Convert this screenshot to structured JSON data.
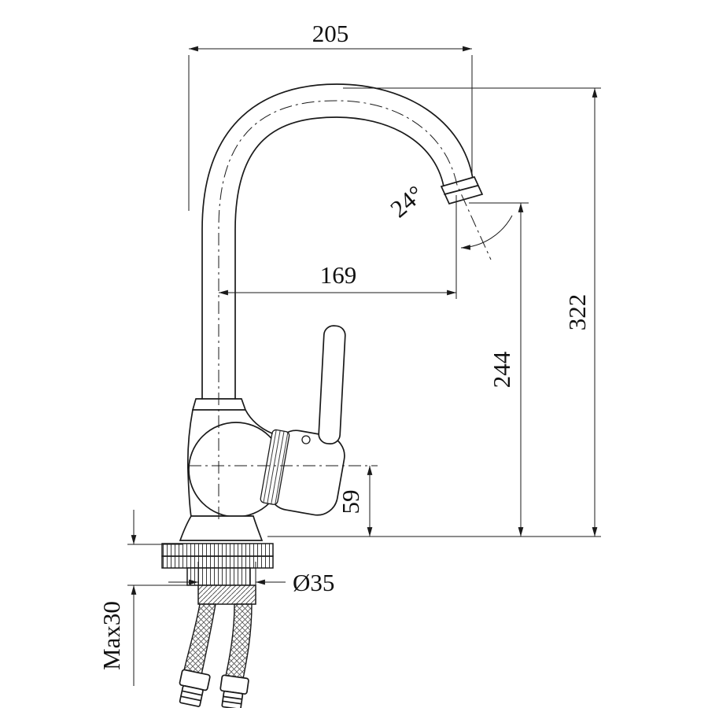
{
  "drawing": {
    "subject": "kitchen faucet dimensional technical drawing",
    "background": "#ffffff",
    "line_color": "#1a1a1a"
  },
  "labels": {
    "width_overall": "205",
    "reach": "169",
    "angle": "24°",
    "height_overall": "322",
    "height_outlet": "244",
    "body_center_height": "59",
    "hole_diameter": "Ø35",
    "max_deck_thickness": "Max30"
  }
}
